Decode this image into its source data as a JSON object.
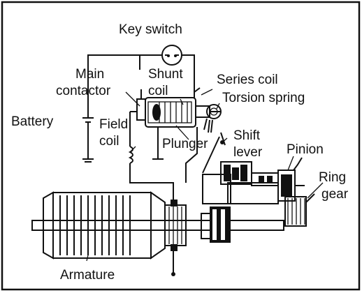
{
  "labels": {
    "key_switch": "Key switch",
    "main": "Main",
    "contactor": "contactor",
    "shunt": "Shunt",
    "coil": "coil",
    "series_coil": "Series coil",
    "torsion_spring": "Torsion spring",
    "battery": "Battery",
    "field": "Field",
    "field_coil": "coil",
    "plunger": "Plunger",
    "shift": "Shift",
    "lever": "lever",
    "pinion": "Pinion",
    "ring": "Ring",
    "gear": "gear",
    "armature": "Armature"
  },
  "colors": {
    "ink": "#111111",
    "paper": "#ffffff"
  }
}
